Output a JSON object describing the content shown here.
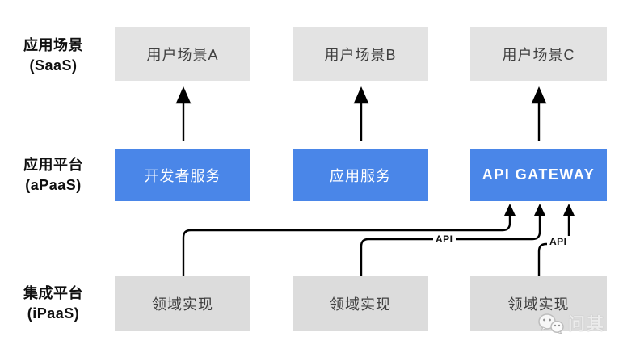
{
  "diagram": {
    "rows": [
      {
        "label_zh": "应用场景",
        "label_en": "(SaaS)",
        "boxes": [
          "用户场景A",
          "用户场景B",
          "用户场景C"
        ]
      },
      {
        "label_zh": "应用平台",
        "label_en": "(aPaaS)",
        "boxes": [
          "开发者服务",
          "应用服务",
          "API GATEWAY"
        ]
      },
      {
        "label_zh": "集成平台",
        "label_en": "(iPaaS)",
        "boxes": [
          "领域实现",
          "领域实现",
          "领域实现"
        ]
      }
    ],
    "api_labels": [
      "API",
      "API"
    ],
    "watermark": {
      "text": "问其",
      "icon": "wechat-icon"
    },
    "colors": {
      "box_blue": "#4a86e8",
      "box_gray_top": "#e3e3e3",
      "box_gray_bottom": "#dcdcdc",
      "line_black": "#000000",
      "background": "#ffffff"
    }
  }
}
